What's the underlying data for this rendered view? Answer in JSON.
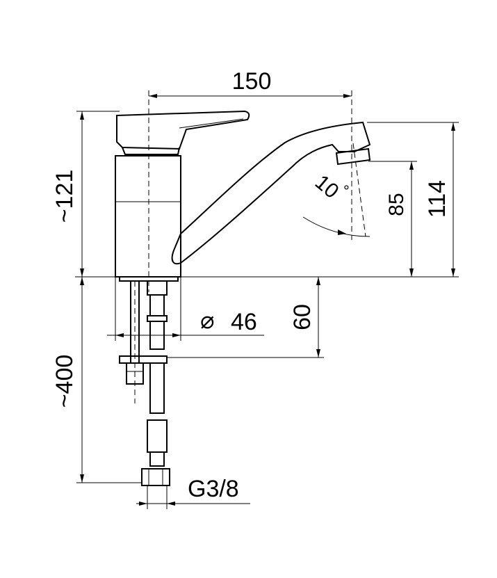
{
  "dimensions": {
    "spout_reach": "150",
    "height_total": "~121",
    "spout_height": "114",
    "outlet_height": "85",
    "swivel_angle": "10",
    "angle_unit": "°",
    "hose_length": "~400",
    "diameter_symbol": "⌀",
    "base_diameter": "46",
    "max_counter_thickness": "60",
    "thread": "G3/8"
  },
  "colors": {
    "line": "#000000",
    "background": "#ffffff"
  }
}
